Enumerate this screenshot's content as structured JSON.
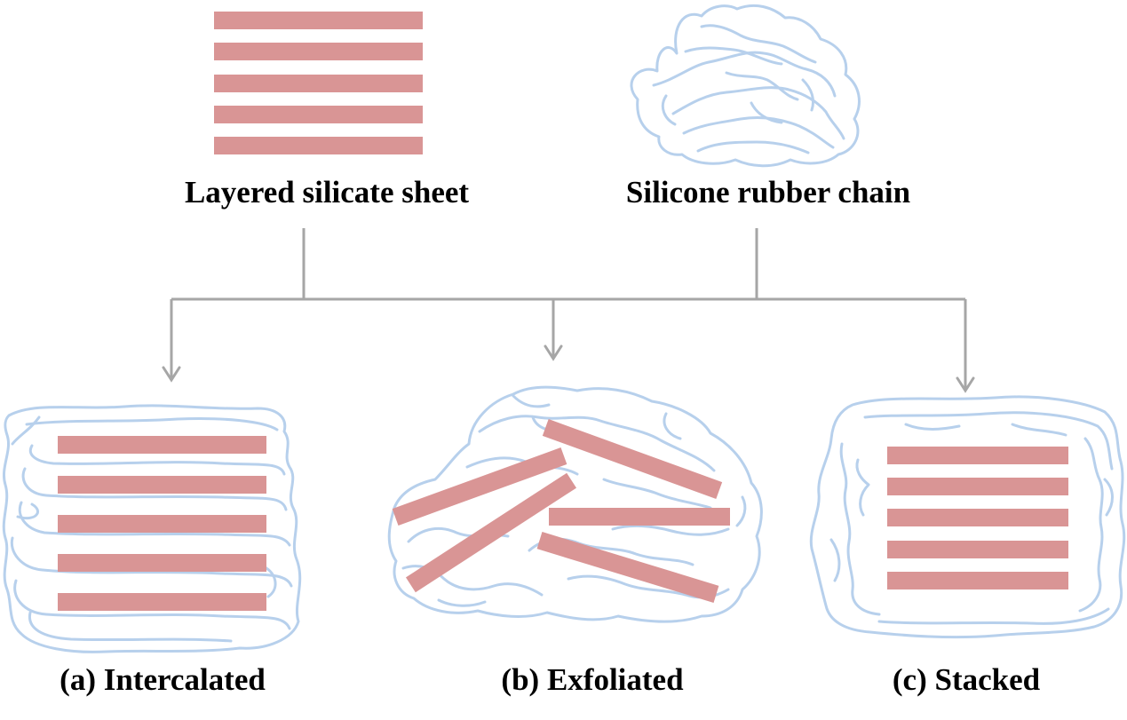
{
  "labels": {
    "sheet": "Layered silicate sheet",
    "chain": "Silicone rubber chain",
    "a": "(a) Intercalated",
    "b": "(b) Exfoliated",
    "c": "(c) Stacked"
  },
  "colors": {
    "sheet": "#d99595",
    "chain": "#b7d0ec",
    "connector": "#a6a6a6",
    "text": "#000000"
  }
}
